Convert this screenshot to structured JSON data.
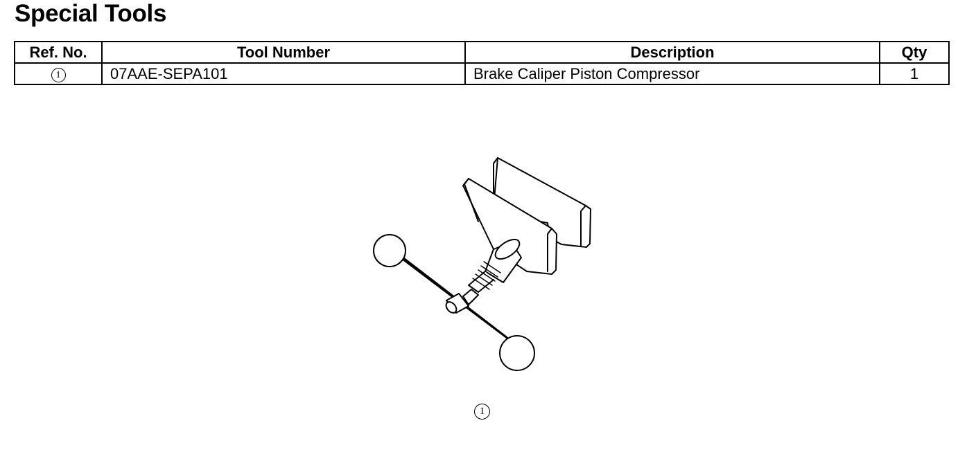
{
  "title": "Special Tools",
  "table": {
    "headers": {
      "ref": "Ref. No.",
      "tool_number": "Tool Number",
      "description": "Description",
      "qty": "Qty"
    },
    "rows": [
      {
        "ref": "1",
        "tool_number": "07AAE-SEPA101",
        "description": "Brake Caliper Piston Compressor",
        "qty": "1"
      }
    ]
  },
  "illustration": {
    "callout": "1"
  }
}
